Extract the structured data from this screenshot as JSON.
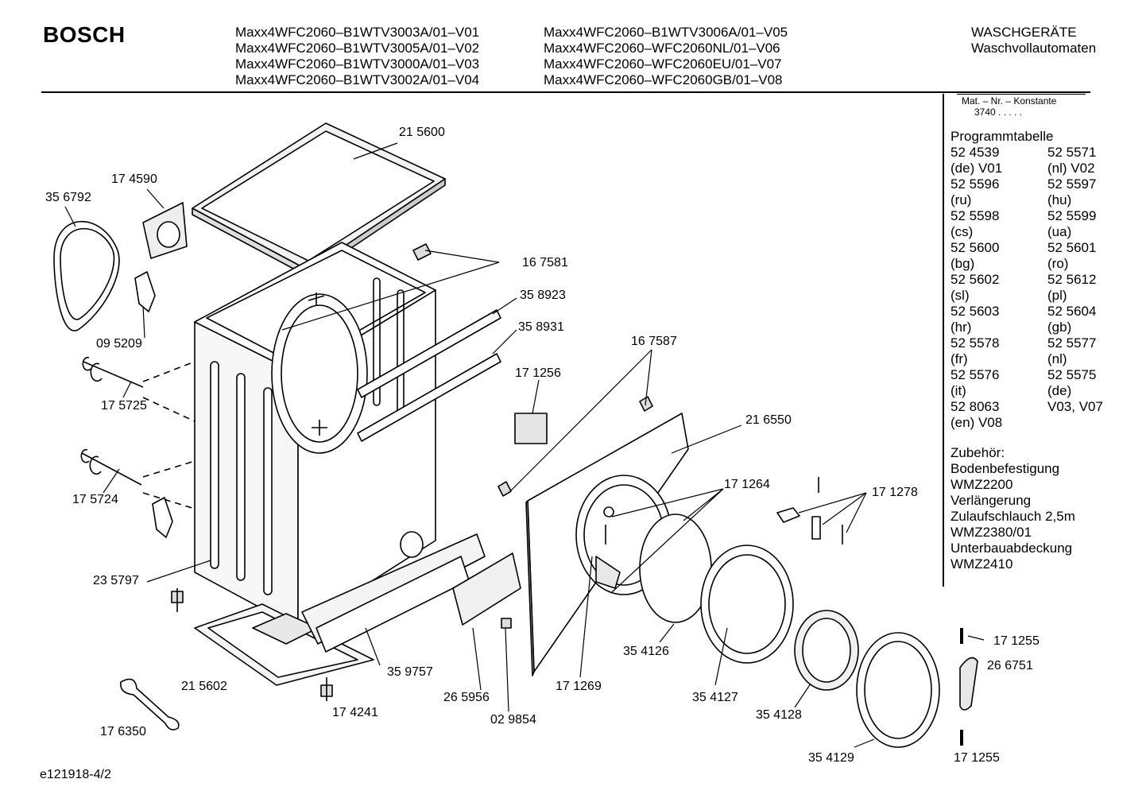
{
  "brand": "BOSCH",
  "models_left": [
    "Maxx4WFC2060–B1WTV3003A/01–V01",
    "Maxx4WFC2060–B1WTV3005A/01–V02",
    "Maxx4WFC2060–B1WTV3000A/01–V03",
    "Maxx4WFC2060–B1WTV3002A/01–V04"
  ],
  "models_right": [
    "Maxx4WFC2060–B1WTV3006A/01–V05",
    "Maxx4WFC2060–WFC2060NL/01–V06",
    "Maxx4WFC2060–WFC2060EU/01–V07",
    "Maxx4WFC2060–WFC2060GB/01–V08"
  ],
  "category": [
    "WASCHGERÄTE",
    "Waschvollautomaten"
  ],
  "mat_nr_label": "Mat. – Nr. – Konstante",
  "mat_nr_value": "3740 .  .  .  .  .",
  "programmtabelle": {
    "title": "Programmtabelle",
    "rows": [
      [
        "52 4539",
        "52 5571"
      ],
      [
        "(de) V01",
        "(nl) V02"
      ],
      [
        "52 5596",
        "52 5597"
      ],
      [
        "(ru)",
        "(hu)"
      ],
      [
        "52 5598",
        "52 5599"
      ],
      [
        "(cs)",
        "(ua)"
      ],
      [
        "52 5600",
        "52 5601"
      ],
      [
        "(bg)",
        "(ro)"
      ],
      [
        "52 5602",
        "52 5612"
      ],
      [
        "(sl)",
        "(pl)"
      ],
      [
        "52 5603",
        "52 5604"
      ],
      [
        "(hr)",
        "(gb)"
      ],
      [
        "52 5578",
        "52 5577"
      ],
      [
        "(fr)",
        "(nl)"
      ],
      [
        "52 5576",
        "52 5575"
      ],
      [
        "(it)",
        "(de)"
      ],
      [
        "52 8063",
        "V03, V07"
      ],
      [
        "(en) V08",
        ""
      ]
    ]
  },
  "zubehoer": [
    "Zubehör:",
    "Bodenbefestigung",
    "WMZ2200",
    "Verlängerung",
    "Zulaufschlauch 2,5m",
    "WMZ2380/01",
    "Unterbauabdeckung",
    "WMZ2410"
  ],
  "parts": {
    "p215600": "21 5600",
    "p174590": "17 4590",
    "p356792": "35 6792",
    "p167581": "16 7581",
    "p358923": "35 8923",
    "p358931": "35 8931",
    "p095209": "09 5209",
    "p175725": "17 5725",
    "p175724": "17 5724",
    "p167587": "16 7587",
    "p171256": "17 1256",
    "p216550": "21 6550",
    "p171264": "17 1264",
    "p171278": "17 1278",
    "p235797": "23 5797",
    "p354126": "35 4126",
    "p171255a": "17 1255",
    "p266751": "26 6751",
    "p359757": "35 9757",
    "p215602": "21 5602",
    "p265956": "26 5956",
    "p171269": "17 1269",
    "p354127": "35 4127",
    "p354128": "35 4128",
    "p174241": "17 4241",
    "p029854": "02 9854",
    "p176350": "17 6350",
    "p354129": "35 4129",
    "p171255b": "17 1255"
  },
  "footer": "e121918-4/2"
}
